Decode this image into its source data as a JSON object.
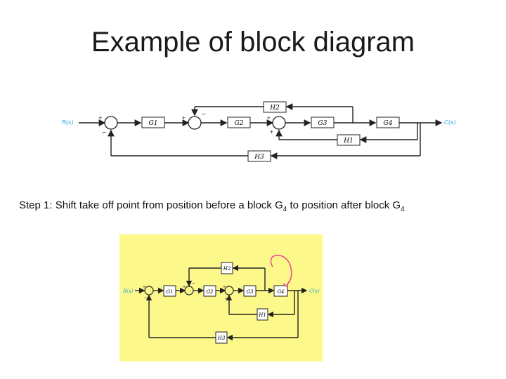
{
  "slide": {
    "title": "Example of block diagram",
    "step_text": {
      "part1": "Step 1: Shift take off point from position before a block  G",
      "sub1": "4",
      "part2": " to position after block G",
      "sub2": "4"
    }
  },
  "top_diagram": {
    "input": "R(s)",
    "output": "C(s)",
    "blocks": {
      "g1": "G1",
      "g2": "G2",
      "g3": "G3",
      "g4": "G4",
      "h1": "H1",
      "h2": "H2",
      "h3": "H3"
    },
    "signs": {
      "s1_in": "+",
      "s1_fb": "−",
      "s2_in": "+",
      "s2_fb": "−",
      "s3_in": "+",
      "s3_fb": "+"
    }
  },
  "bottom_diagram": {
    "input": "R(s)",
    "output": "C(s)",
    "background_color": "#fdf88a",
    "annotation_color": "#e8508a",
    "blocks": {
      "g1": "G1",
      "g2": "G2",
      "g3": "G3",
      "g4": "G4",
      "h1": "H1",
      "h2": "H2",
      "h3": "H3"
    },
    "signs": {
      "s1_in": "+",
      "s1_fb": "−",
      "s2_in": "+",
      "s2_fb": "−",
      "s3_in": "+",
      "s3_fb": "+"
    }
  }
}
